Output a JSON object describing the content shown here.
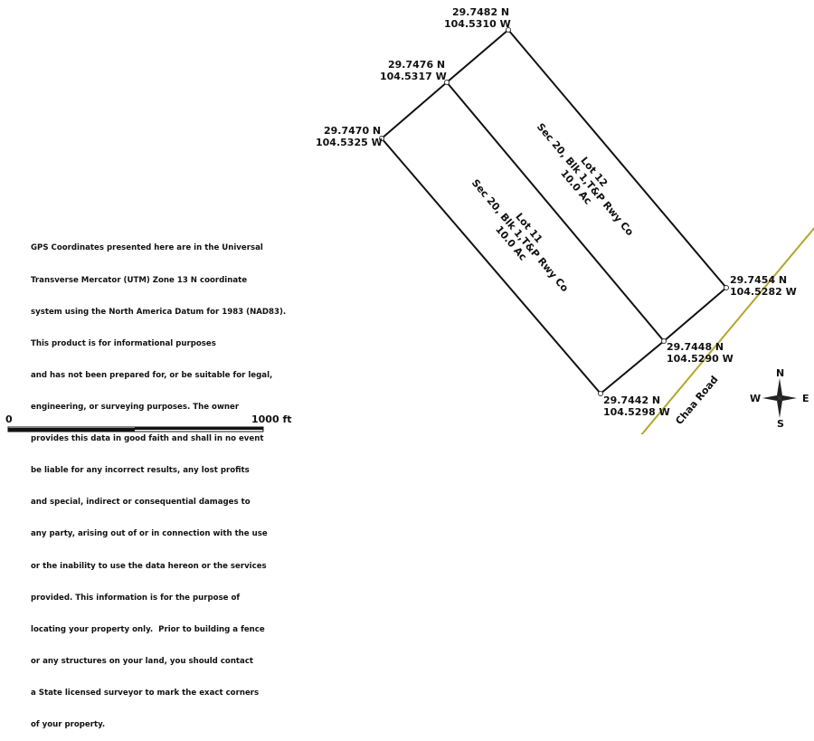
{
  "disclaimer": [
    "GPS Coordinates presented here are in the Universal",
    "Transverse Mercator (UTM) Zone 13 N coordinate",
    "system using the North America Datum for 1983 (NAD83).",
    "This product is for informational purposes",
    "and has not been prepared for, or be suitable for legal,",
    "engineering, or surveying purposes. The owner",
    "provides this data in good faith and shall in no event",
    "be liable for any incorrect results, any lost profits",
    "and special, indirect or consequential damages to",
    "any party, arising out of or in connection with the use",
    "or the inability to use the data hereon or the services",
    "provided. This information is for the purpose of",
    "locating your property only.  Prior to building a fence",
    "or any structures on your land, you should contact",
    "a State licensed surveyor to mark the exact corners",
    "of your property."
  ],
  "corners": {
    "top": {
      "lat": "29.7482 N",
      "lon": "104.5310 W"
    },
    "mid_top": {
      "lat": "29.7476 N",
      "lon": "104.5317 W"
    },
    "left": {
      "lat": "29.7470 N",
      "lon": "104.5325 W"
    },
    "right": {
      "lat": "29.7454 N",
      "lon": "104.5282 W"
    },
    "mid_bottom": {
      "lat": "29.7448 N",
      "lon": "104.5290 W"
    },
    "bottom": {
      "lat": "29.7442 N",
      "lon": "104.5298 W"
    }
  },
  "lots": [
    {
      "name": "Lot 11",
      "desc": "Sec 20, Blk 1,T&P Rwy Co",
      "area": "10.0 Ac"
    },
    {
      "name": "Lot 12",
      "desc": "Sec 20, Blk 1,T&P Rwy Co",
      "area": "10.0 Ac"
    }
  ],
  "road": {
    "name": "Chaa Road",
    "color": "#b3a62c"
  },
  "compass": {
    "n": "N",
    "s": "S",
    "e": "E",
    "w": "W"
  },
  "scale": {
    "start": "0",
    "end": "1000 ft"
  }
}
